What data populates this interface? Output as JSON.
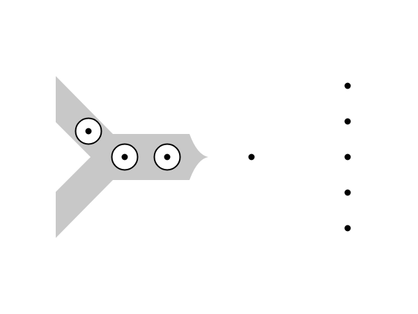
{
  "diagram": {
    "colors": {
      "background": "#ffffff",
      "shape_fill": "#c8c8c8",
      "ring_fill": "#ffffff",
      "stroke": "#000000",
      "dot": "#000000"
    },
    "counts": {
      "ringed_dots_on_shape": 3,
      "free_dots_single": 1,
      "free_dots_column": 5
    }
  }
}
